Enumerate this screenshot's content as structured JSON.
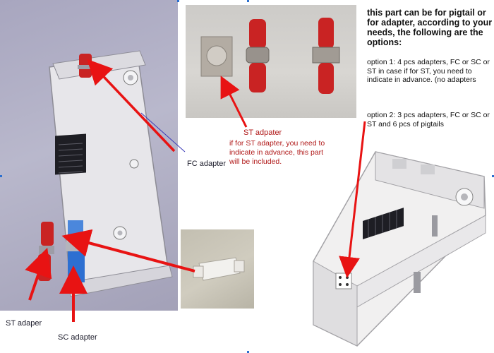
{
  "left_photo": {
    "fc_label": "FC adapter",
    "st_label": "ST adaper",
    "sc_label": "SC adapter"
  },
  "top_photo": {
    "title": "ST adpater",
    "note": "if for ST adapter, you need to indicate in advance, this part will be included."
  },
  "description": {
    "heading": "this part can be for pigtail or for adapter, according to your needs, the following are the options:",
    "option1": "option 1:  4 pcs adapters, FC or SC or ST in case if for ST, you need to indicate in advance. (no adapters",
    "option2": "option 2: 3 pcs adapters, FC or SC or ST and 6 pcs of pigtails"
  },
  "colors": {
    "arrow": "#e81313",
    "adapter_red": "#c92323",
    "adapter_blue": "#2d6fd1"
  },
  "icons": [
    "fc-adapter-icon",
    "st-adapter-icon",
    "sc-adapter-icon",
    "arrow-icon"
  ]
}
